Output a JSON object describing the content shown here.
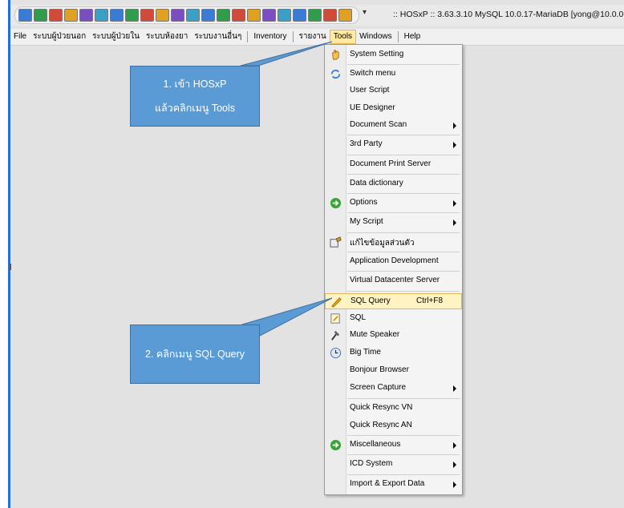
{
  "window": {
    "title": ":: HOSxP :: 3.63.3.10 MySQL 10.0.17-MariaDB [yong@10.0.0"
  },
  "toolbar": {
    "dropdown_glyph": "▾",
    "icons": [
      "disc-icon",
      "user-add-icon",
      "play-icon",
      "document-icon",
      "person-icon",
      "edit-icon",
      "edit-icon",
      "document-check-icon",
      "grid-icon",
      "table-icon",
      "monitor-icon",
      "tools-icon",
      "person-icon",
      "list-icon",
      "chart-icon",
      "globe-icon",
      "home-icon",
      "refresh-icon",
      "grid-icon",
      "window-icon",
      "person-icon",
      "exit-icon"
    ]
  },
  "menubar": {
    "items": [
      "File",
      "ระบบผู้ป่วยนอก",
      "ระบบผู้ป่วยใน",
      "ระบบห้องยา",
      "ระบบงานอื่นๆ",
      "Inventory",
      "รายงาน",
      "Tools",
      "Windows",
      "Help"
    ]
  },
  "tools_menu": {
    "items": [
      {
        "label": "System Setting",
        "icon": "hand-icon"
      },
      {
        "label": "Switch menu",
        "icon": "switch-icon"
      },
      {
        "label": "User Script"
      },
      {
        "label": "UE Designer"
      },
      {
        "label": "Document Scan",
        "submenu": true
      },
      {
        "label": "3rd Party",
        "submenu": true
      },
      {
        "label": "Document Print Server"
      },
      {
        "label": "Data dictionary"
      },
      {
        "label": "Options",
        "submenu": true,
        "icon": "arrow-circle-icon"
      },
      {
        "label": "My Script",
        "submenu": true
      },
      {
        "label": "แก้ไขข้อมูลส่วนตัว",
        "icon": "edit-profile-icon"
      },
      {
        "label": "Application Development"
      },
      {
        "label": "Virtual Datacenter Server"
      },
      {
        "label": "SQL Query",
        "shortcut": "Ctrl+F8",
        "icon": "sql-query-icon"
      },
      {
        "label": "SQL",
        "icon": "sql-icon"
      },
      {
        "label": "Mute Speaker",
        "icon": "mute-icon"
      },
      {
        "label": "Big Time",
        "icon": "clock-icon"
      },
      {
        "label": "Bonjour Browser"
      },
      {
        "label": "Screen Capture",
        "submenu": true
      },
      {
        "label": "Quick Resync VN"
      },
      {
        "label": "Quick Resync AN"
      },
      {
        "label": "Miscellaneous",
        "submenu": true,
        "icon": "arrow-circle-icon"
      },
      {
        "label": "ICD System",
        "submenu": true
      },
      {
        "label": "Import & Export Data",
        "submenu": true
      }
    ]
  },
  "callouts": {
    "step1_line1": "1. เข้า HOSxP",
    "step1_line2": "แล้วคลิกเมนู Tools",
    "step2": "2. คลิกเมนู SQL Query"
  },
  "colors": {
    "callout": "#5b9bd5",
    "highlight": "#fff3c4",
    "accent_bar": "#1e6fd9"
  }
}
